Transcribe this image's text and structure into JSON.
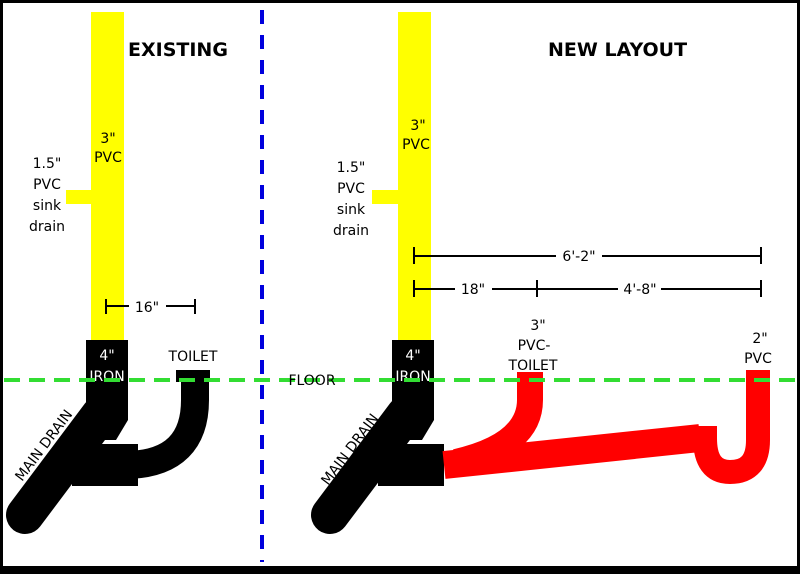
{
  "left": {
    "title": "EXISTING",
    "vent_size": "3\"",
    "vent_material": "PVC",
    "sink": [
      "1.5\"",
      "PVC",
      "sink",
      "drain"
    ],
    "iron_size": "4\"",
    "iron_material": "IRON",
    "toilet_label": "TOILET",
    "main_drain": "MAIN DRAIN",
    "dim_toilet": "16\""
  },
  "right": {
    "title": "NEW LAYOUT",
    "vent_size": "3\"",
    "vent_material": "PVC",
    "sink": [
      "1.5\"",
      "PVC",
      "sink",
      "drain"
    ],
    "iron_size": "4\"",
    "iron_material": "IRON",
    "main_drain": "MAIN DRAIN",
    "toilet_pipe": [
      "3\"",
      "PVC-",
      "TOILET"
    ],
    "new_pipe": [
      "2\"",
      "PVC"
    ],
    "dim_total": "6'-2\"",
    "dim_toilet": "18\"",
    "dim_remaining": "4'-8\""
  },
  "floor_label": "FLOOR",
  "colors": {
    "vent_pipe": "#ffff00",
    "new_pipe": "#ff0000",
    "iron_pipe": "#000000",
    "floor_line": "#33dd33",
    "divider": "#0000dd"
  }
}
